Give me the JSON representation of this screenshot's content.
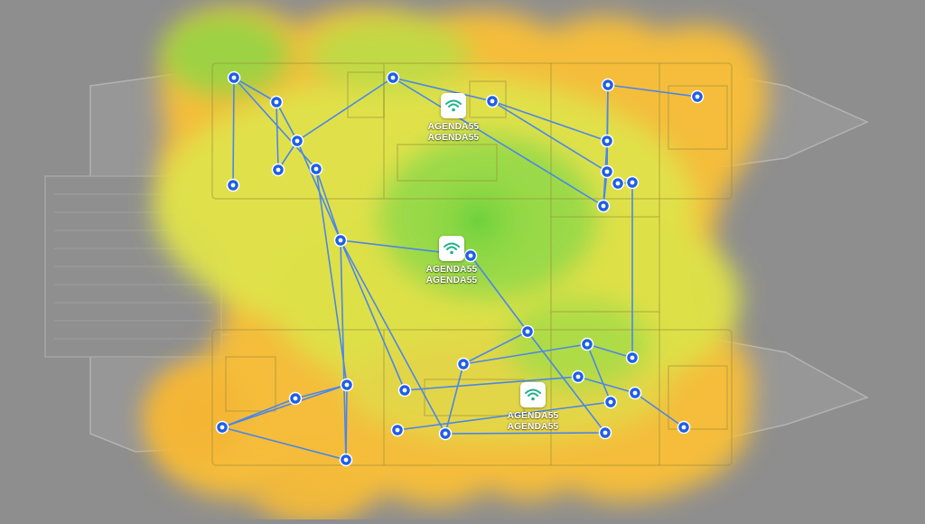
{
  "access_points": [
    {
      "id": "ap-cabin-top",
      "label_1": "AGENDA55",
      "label_2": "AGENDA55"
    },
    {
      "id": "ap-salon",
      "label_1": "AGENDA55",
      "label_2": "AGENDA55"
    },
    {
      "id": "ap-cabin-bottom",
      "label_1": "AGENDA55",
      "label_2": "AGENDA55"
    }
  ],
  "colors": {
    "background": "#8e8e8e",
    "signal_strong": "#6ccf3e",
    "signal_medium": "#d9e24a",
    "signal_weak": "#f5b83a",
    "link_line": "#3f7ee8",
    "node_fill": "#1f5fe6",
    "node_ring": "#ffffff",
    "wifi_icon": "#19b38a"
  },
  "icons": {
    "access_point": "wifi-icon",
    "measurement_point": "node-dot"
  }
}
